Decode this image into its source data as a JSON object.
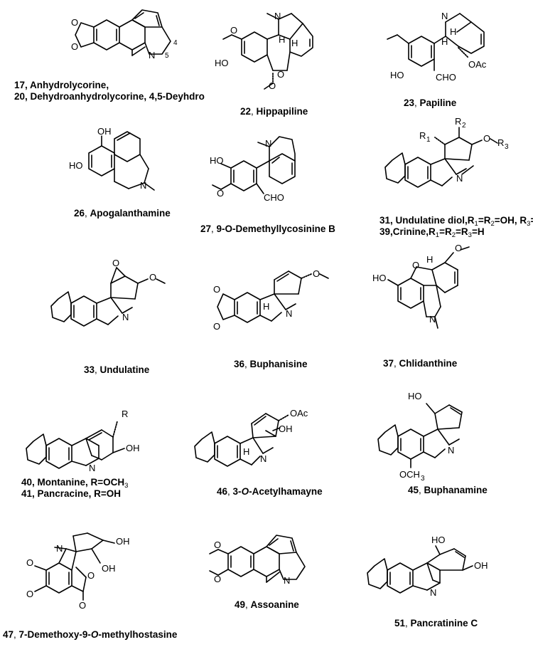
{
  "compounds": [
    {
      "n17": "17",
      "line1": "Anhydrolycorine,",
      "n20": "20",
      "line2": "Dehydroanhydrolycorine, 4,5-Deyhdro"
    },
    {
      "num": "22",
      "sep": ", ",
      "name": "Hippapiline"
    },
    {
      "num": "23",
      "sep": ", ",
      "name": "Papiline"
    },
    {
      "num": "26",
      "sep": ", ",
      "name": "Apogalanthamine"
    },
    {
      "num": "27",
      "sep": ", ",
      "name": "9-O-Demethyllycosinine B"
    },
    {
      "num": "31",
      "line1": ", Undulatine diol,R",
      "num2": "39",
      "line2": ",Crinine,R"
    },
    {
      "num": "33",
      "sep": ", ",
      "name": "Undulatine"
    },
    {
      "num": "36",
      "sep": ", ",
      "name": "Buphanisine"
    },
    {
      "num": "37",
      "sep": ", ",
      "name": "Chlidanthine"
    },
    {
      "num": "40",
      "line1": ", Montanine, R=OCH",
      "num2": "41",
      "line2": ", Pancracine, R=OH"
    },
    {
      "num": "46",
      "sep": ", ",
      "pre": "3-",
      "ital": "O",
      "post": "-Acetylhamayne"
    },
    {
      "num": "45",
      "sep": ", ",
      "name": "Buphanamine"
    },
    {
      "num": "47",
      "sep": ", ",
      "pre": "7-Demethoxy-9-",
      "ital": "O",
      "post": "-methylhostasine"
    },
    {
      "num": "49",
      "sep": ", ",
      "name": "Assoanine"
    },
    {
      "num": "51",
      "sep": ", ",
      "name": "Pancratinine C"
    }
  ],
  "atoms": {
    "H": "H",
    "N": "N",
    "O": "O",
    "OH": "OH",
    "HO": "HO",
    "OAc": "OAc",
    "CHO": "CHO",
    "OCH3": "OCH",
    "three": "3",
    "R": "R",
    "R1": "R",
    "R2": "R",
    "R3": "R",
    "one": "1",
    "two": "2",
    "four": "4",
    "five": "5",
    "eq": "=",
    "OHeq": "=OH",
    "CH3": "CH",
    "Heq": "=H"
  }
}
